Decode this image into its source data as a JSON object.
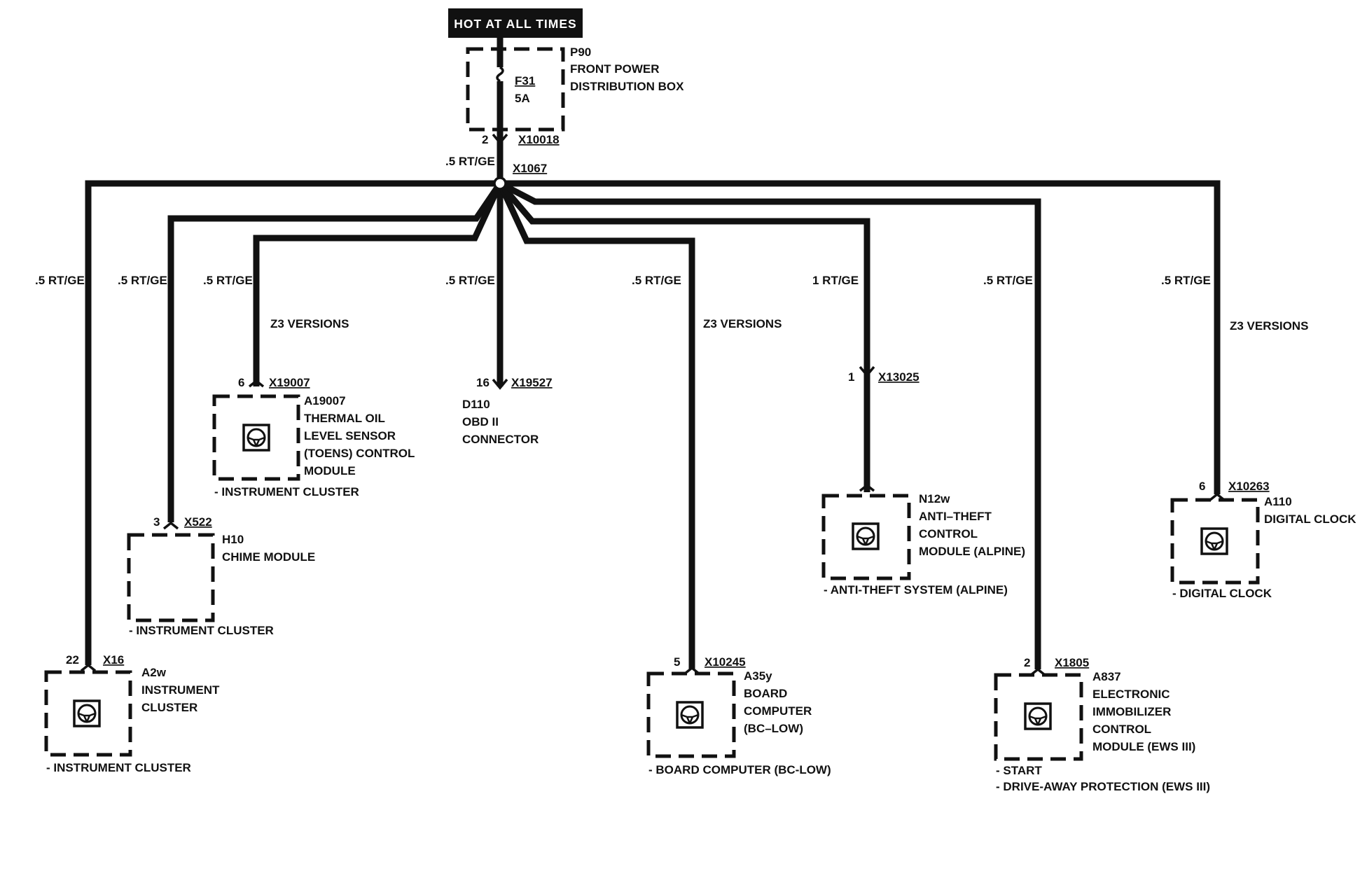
{
  "header": {
    "label": "HOT AT ALL TIMES",
    "bg_color": "#111111",
    "text_color": "#ffffff"
  },
  "fuse_box": {
    "ref": "P90",
    "name_line1": "FRONT POWER",
    "name_line2": "DISTRIBUTION BOX",
    "fuse_id": "F31",
    "fuse_rating": "5A",
    "pin": "2",
    "connector": "X10018"
  },
  "splice": {
    "wire": ".5 RT/GE",
    "connector": "X1067"
  },
  "branches": {
    "cluster_a2w": {
      "wire": ".5 RT/GE",
      "pin": "22",
      "connector": "X16",
      "ref": "A2w",
      "lines": [
        "INSTRUMENT",
        "CLUSTER"
      ],
      "system": "- INSTRUMENT CLUSTER"
    },
    "chime": {
      "wire": ".5 RT/GE",
      "pin": "3",
      "connector": "X522",
      "ref": "H10",
      "lines": [
        "CHIME MODULE"
      ],
      "system": "- INSTRUMENT CLUSTER"
    },
    "toens": {
      "wire": ".5 RT/GE",
      "note": "Z3 VERSIONS",
      "pin": "6",
      "connector": "X19007",
      "ref": "A19007",
      "lines": [
        "THERMAL OIL",
        "LEVEL SENSOR",
        "(TOENS) CONTROL",
        "MODULE"
      ],
      "system": "- INSTRUMENT CLUSTER"
    },
    "obd": {
      "wire": ".5 RT/GE",
      "pin": "16",
      "connector": "X19527",
      "ref": "D110",
      "lines": [
        "OBD II",
        "CONNECTOR"
      ]
    },
    "board_computer": {
      "wire": ".5 RT/GE",
      "note": "Z3 VERSIONS",
      "pin": "5",
      "connector": "X10245",
      "ref": "A35y",
      "lines": [
        "BOARD",
        "COMPUTER",
        "(BC–LOW)"
      ],
      "system": "- BOARD COMPUTER (BC-LOW)"
    },
    "anti_theft": {
      "wire": "1 RT/GE",
      "pin": "1",
      "connector": "X13025",
      "ref": "N12w",
      "lines": [
        "ANTI–THEFT",
        "CONTROL",
        "MODULE (ALPINE)"
      ],
      "system": "- ANTI-THEFT SYSTEM (ALPINE)"
    },
    "ews": {
      "wire": ".5 RT/GE",
      "pin": "2",
      "connector": "X1805",
      "ref": "A837",
      "lines": [
        "ELECTRONIC",
        "IMMOBILIZER",
        "CONTROL",
        "MODULE (EWS III)"
      ],
      "system": "- START",
      "system2": "- DRIVE-AWAY PROTECTION (EWS III)"
    },
    "clock": {
      "wire": ".5 RT/GE",
      "note": "Z3 VERSIONS",
      "pin": "6",
      "connector": "X10263",
      "ref": "A110",
      "lines": [
        "DIGITAL CLOCK"
      ],
      "system": "- DIGITAL CLOCK"
    }
  },
  "icons": {
    "module_icon": "steering-wheel-icon",
    "fuse_icon": "fuse-icon",
    "splice_icon": "splice-dot-icon"
  }
}
